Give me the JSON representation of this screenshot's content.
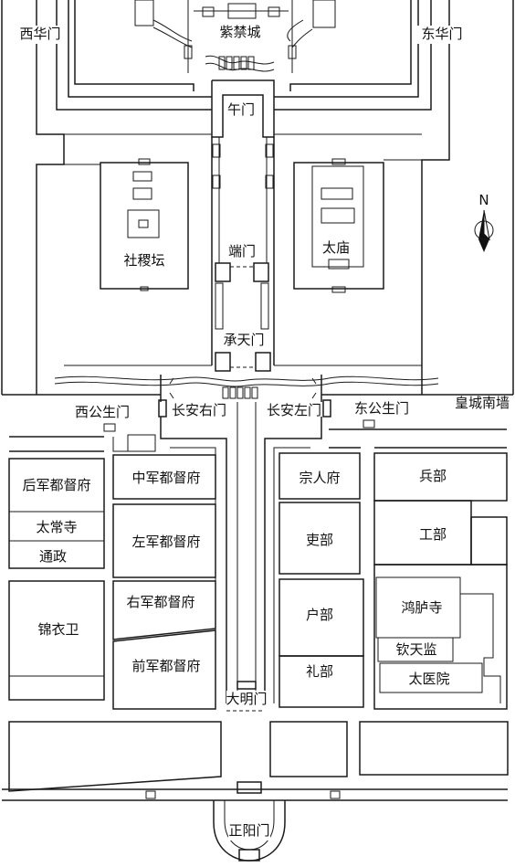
{
  "places": {
    "zijincheng": "紫禁城",
    "xihuamen": "西华门",
    "donghuamen": "东华门",
    "wumen": "午门",
    "shejitan": "社稷坛",
    "taimiao": "太庙",
    "duanmen": "端门",
    "chengtianmen": "承天门",
    "xigongshengmen": "西公生门",
    "changanyoumen": "长安右门",
    "changanzuomen": "长安左门",
    "donggongshengmen": "东公生门",
    "huangchengnanqiang": "皇城南墙",
    "houjun": "后军都督府",
    "taichangsi": "太常寺",
    "tongzheng": "通政",
    "jinyiwei": "锦衣卫",
    "zhongjun": "中军都督府",
    "zuojun": "左军都督府",
    "youjun": "右军都督府",
    "qianjun": "前军都督府",
    "zongrenfu": "宗人府",
    "libu_officials": "吏部",
    "hubu": "户部",
    "libu_rites": "礼部",
    "bingbu": "兵部",
    "gongbu": "工部",
    "honglusi": "鸿胪寺",
    "qintianjian": "钦天监",
    "taiyiyuan": "太医院",
    "damingmen": "大明门",
    "zhengyangmen": "正阳门"
  },
  "compass": {
    "label": "N"
  }
}
